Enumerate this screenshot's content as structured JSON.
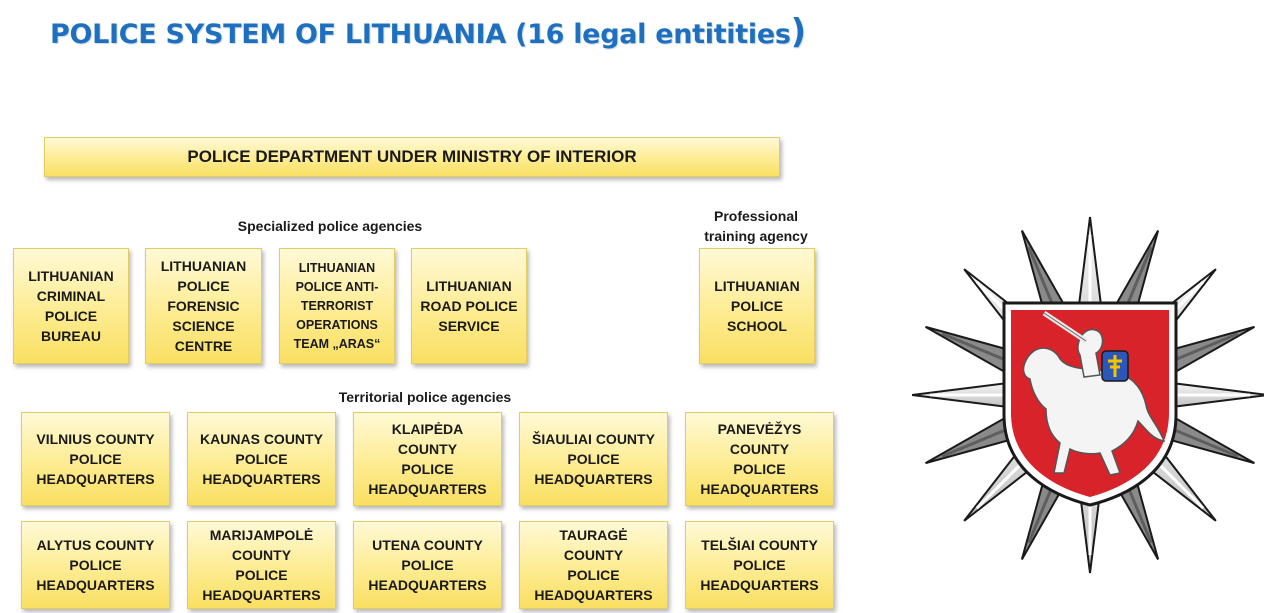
{
  "title": {
    "main": "POLICE SYSTEM OF LITHUANIA (16 legal entitities",
    "close_paren": ")"
  },
  "department": "POLICE DEPARTMENT UNDER MINISTRY OF INTERIOR",
  "sections": {
    "specialized": "Specialized police agencies",
    "training": "Professional\ntraining agency",
    "territorial": "Territorial police agencies"
  },
  "specialized_agencies": [
    "LITHUANIAN\nCRIMINAL\nPOLICE\nBUREAU",
    "LITHUANIAN\nPOLICE\nFORENSIC\nSCIENCE\nCENTRE",
    "LITHUANIAN\nPOLICE ANTI-\nTERRORIST\nOPERATIONS\nTEAM „ARAS“",
    "LITHUANIAN\nROAD POLICE\nSERVICE"
  ],
  "training_agency": "LITHUANIAN\nPOLICE\nSCHOOL",
  "territorial_agencies": [
    "VILNIUS COUNTY\nPOLICE\nHEADQUARTERS",
    "KAUNAS COUNTY\nPOLICE\nHEADQUARTERS",
    "KLAIPĖDA\nCOUNTY\nPOLICE\nHEADQUARTERS",
    "ŠIAULIAI COUNTY\nPOLICE\nHEADQUARTERS",
    "PANEVĖŽYS\nCOUNTY\nPOLICE\nHEADQUARTERS",
    "ALYTUS COUNTY\nPOLICE\nHEADQUARTERS",
    "MARIJAMPOLĖ\nCOUNTY\nPOLICE\nHEADQUARTERS",
    "UTENA  COUNTY\nPOLICE\nHEADQUARTERS",
    "TAURAGĖ\nCOUNTY\nPOLICE\nHEADQUARTERS",
    "TELŠIAI  COUNTY\nPOLICE\nHEADQUARTERS"
  ],
  "colors": {
    "title": "#1f6fbf",
    "box_fill": "#fdec92",
    "star_light": "#e8e8e8",
    "star_dark": "#8a8a8a",
    "shield_red": "#d8232a"
  },
  "emblem_icon": "police-star-with-vytis-icon"
}
